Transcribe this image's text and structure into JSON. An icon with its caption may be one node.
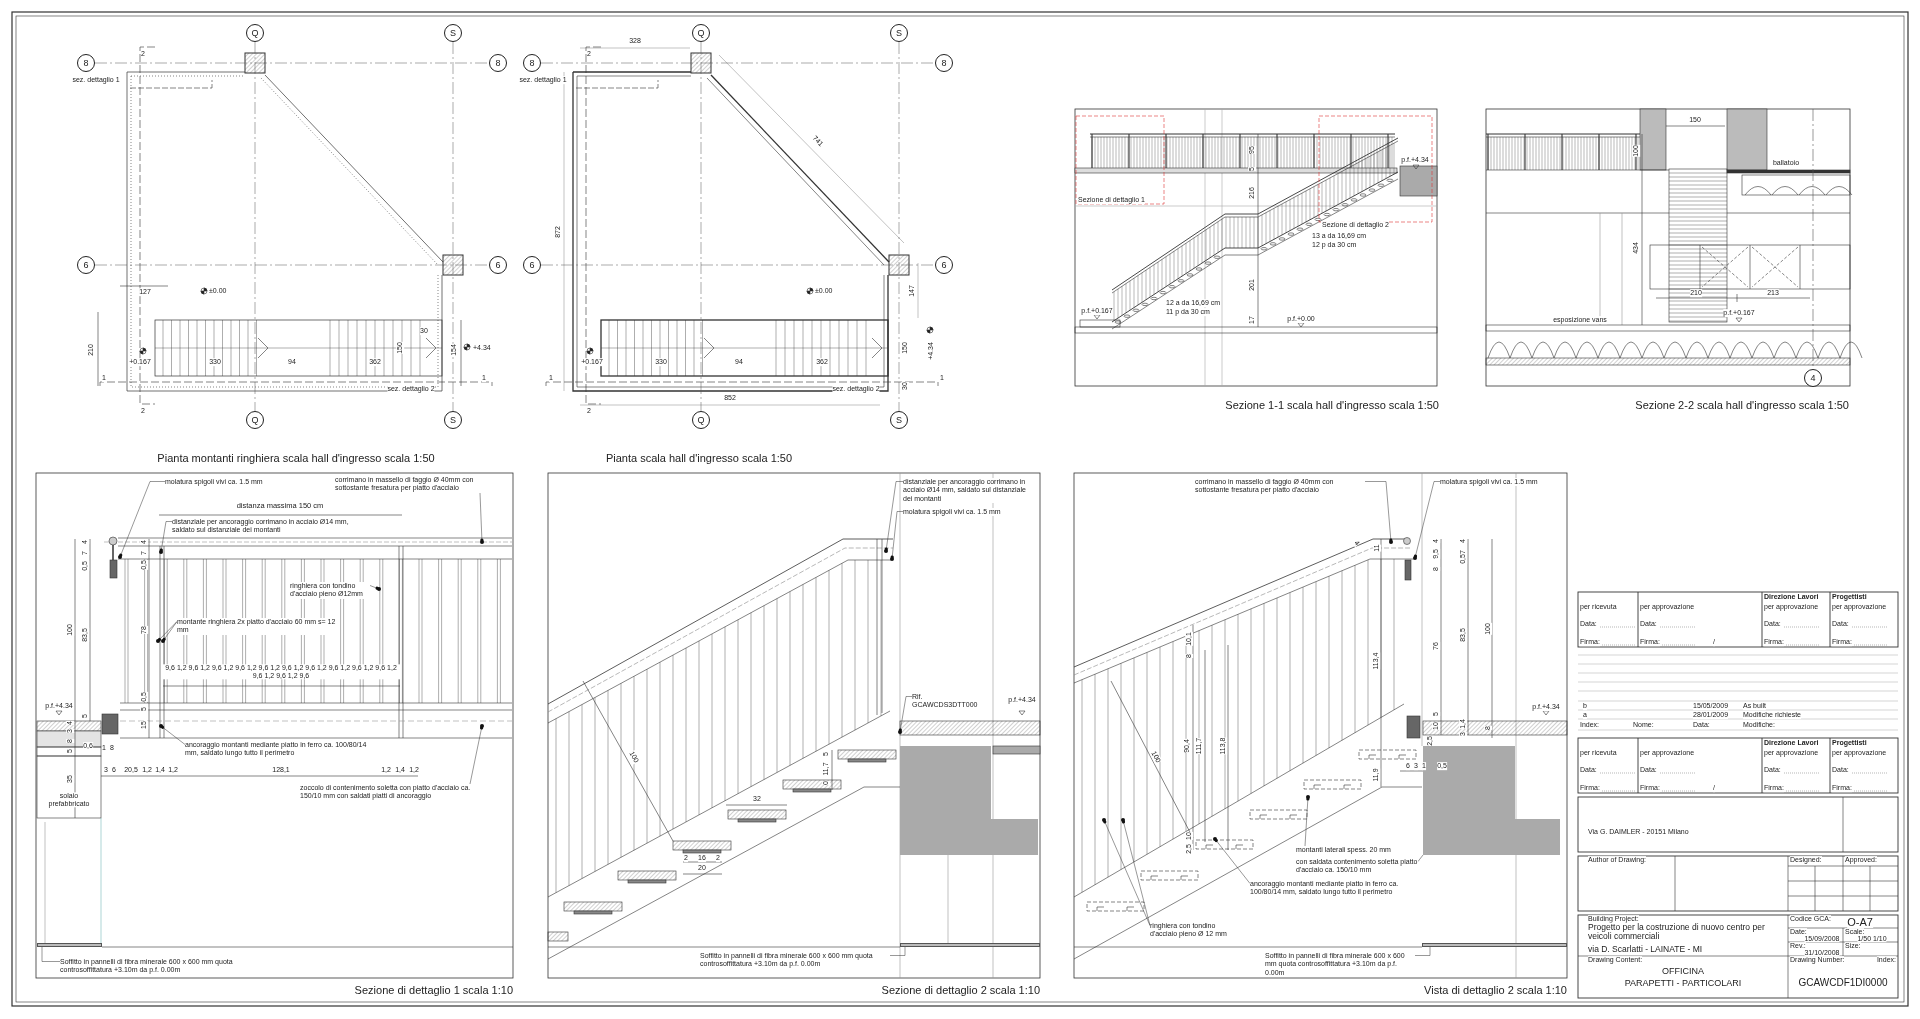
{
  "diagram": {
    "nodes": [
      {
        "text": [
          "molatura spigoli vivi ca. 1.5 mm"
        ]
      },
      {
        "text": [
          "corrimano in massello di faggio Ø 40mm con sottostante fresatura per piatto d'acciaio"
        ]
      },
      {
        "text": [
          "distanziale per ancoraggio corrimano in acciaio Ø14 mm, saldato sul distanziale dei montanti"
        ]
      },
      {
        "text": [
          "ringhiera con tondino d'acciaio pieno Ø12mm"
        ]
      },
      {
        "text": [
          "montante ringhiera 2x piatto d'acciaio 60 mm s= 12 mm"
        ]
      },
      {
        "text": [
          "ancoraggio montanti mediante piatto in ferro ca. 100/80/14 mm, saldato lungo tutto il perimetro"
        ]
      },
      {
        "text": [
          "zoccolo di contenimento soletta con piatto d'acciaio ca. 150/10 mm con saldati piatti di ancoraggio"
        ]
      },
      {
        "text": [
          "Soffitto in pannelli di fibra minerale 600 x 600 mm quota controsoffittatura +3.10m da p.f. 0.00m"
        ]
      },
      {
        "text": [
          "distanziale per ancoraggio corrimano in acciaio Ø14 mm, saldato sul distanziale dei montanti"
        ]
      },
      {
        "text": [
          "molatura spigoli vivi ca. 1.5 mm"
        ]
      },
      {
        "text": [
          "Rif. GCAWCDS3DTT000"
        ]
      },
      {
        "text": [
          "Soffitto in pannelli di fibra minerale 600 x 600 mm quota controsoffittatura +3.10m da p.f. 0.00m"
        ]
      },
      {
        "text": [
          "corrimano in massello di faggio Ø 40mm con sottostante fresatura per piatto d'acciaio"
        ]
      },
      {
        "text": [
          "molatura spigoli vivi ca. 1.5 mm"
        ]
      },
      {
        "text": [
          "montanti laterali spess. 20 mm"
        ]
      },
      {
        "text": [
          "con saldata contenimento soletta piatto d'acciaio ca. 150/10 mm"
        ]
      },
      {
        "text": [
          "ancoraggio montanti mediante piatto in ferro ca. 100/80/14 mm, saldato lungo tutto il perimetro"
        ]
      },
      {
        "text": [
          "ringhiera con tondino d'acciaio pieno Ø 12 mm"
        ]
      },
      {
        "text": [
          "Soffitto in pannelli di fibra minerale 600 x 600 mm quota controsoffittatura +3.10m da p.f. 0.00m"
        ]
      },
      {
        "text": [
          "Q"
        ]
      },
      {
        "text": [
          "S"
        ]
      },
      {
        "text": [
          "8"
        ]
      },
      {
        "text": [
          "8"
        ]
      },
      {
        "text": [
          "6"
        ]
      },
      {
        "text": [
          "6"
        ]
      },
      {
        "text": [
          "Q"
        ]
      },
      {
        "text": [
          "S"
        ]
      },
      {
        "text": [
          "Q"
        ]
      },
      {
        "text": [
          "S"
        ]
      },
      {
        "text": [
          "8"
        ]
      },
      {
        "text": [
          "8"
        ]
      },
      {
        "text": [
          "6"
        ]
      },
      {
        "text": [
          "6"
        ]
      },
      {
        "text": [
          "Q"
        ]
      },
      {
        "text": [
          "S"
        ]
      },
      {
        "text": [
          "4"
        ]
      },
      {
        "text": [],
        "shape": "circle"
      },
      {
        "text": [],
        "shape": "circle"
      },
      {
        "text": [],
        "shape": "circle"
      },
      {
        "text": [],
        "shape": "circle"
      },
      {
        "text": [],
        "shape": "circle"
      },
      {
        "text": [],
        "shape": "circle"
      },
      {
        "text": [],
        "shape": "circle"
      },
      {
        "text": [],
        "shape": "circle"
      },
      {
        "text": [],
        "shape": "circle"
      },
      {
        "text": [],
        "shape": "circle"
      },
      {
        "text": [],
        "shape": "circle"
      },
      {
        "text": [],
        "shape": "circle"
      },
      {
        "text": [],
        "shape": "circle"
      },
      {
        "text": [],
        "shape": "circle"
      },
      {
        "text": [],
        "shape": "circle"
      },
      {
        "text": [],
        "shape": "circle"
      },
      {
        "text": [],
        "shape": "circle"
      },
      {
        "text": [],
        "shape": "bar"
      },
      {
        "text": [],
        "shape": "bar"
      },
      {
        "text": [],
        "shape": "bar"
      },
      {
        "text": [],
        "shape": "box"
      }
    ],
    "edges": [
      {
        "from": 0,
        "to": 36,
        "arrow": "other"
      },
      {
        "from": 1,
        "to": 37,
        "arrow": "other"
      },
      {
        "from": 2,
        "to": 38,
        "arrow": "other"
      },
      {
        "from": 3,
        "to": 39,
        "arrow": "other"
      },
      {
        "from": 4,
        "to": 40,
        "arrow": "other"
      },
      {
        "from": 4,
        "to": 41,
        "arrow": "other"
      },
      {
        "from": 5,
        "to": 42,
        "arrow": "other"
      },
      {
        "from": 6,
        "to": 43,
        "arrow": "other"
      },
      {
        "from": 7,
        "to": 53,
        "arrow": "none"
      },
      {
        "from": 8,
        "to": 44,
        "arrow": "other"
      },
      {
        "from": 9,
        "to": 45,
        "arrow": "other"
      },
      {
        "from": 10,
        "to": 46,
        "arrow": "other"
      },
      {
        "from": 11,
        "to": 54,
        "arrow": "none"
      },
      {
        "from": 12,
        "to": 47,
        "arrow": "other"
      },
      {
        "from": 13,
        "to": 48,
        "arrow": "other"
      },
      {
        "from": 14,
        "to": 49,
        "arrow": "other"
      },
      {
        "from": 15,
        "to": 56,
        "arrow": "none"
      },
      {
        "from": 16,
        "to": 50,
        "arrow": "other"
      },
      {
        "from": 17,
        "to": 51,
        "arrow": "other"
      },
      {
        "from": 17,
        "to": 52,
        "arrow": "other"
      },
      {
        "from": 18,
        "to": 55,
        "arrow": "none"
      },
      {
        "from": 21,
        "to": 22,
        "arrow": "none",
        "style": "dashed"
      },
      {
        "from": 23,
        "to": 24,
        "arrow": "none",
        "style": "dashed"
      },
      {
        "from": 19,
        "to": 25,
        "arrow": "none",
        "style": "dashed"
      },
      {
        "from": 20,
        "to": 26,
        "arrow": "none",
        "style": "dashed"
      },
      {
        "from": 29,
        "to": 30,
        "arrow": "none",
        "style": "dashed"
      },
      {
        "from": 31,
        "to": 32,
        "arrow": "none",
        "style": "dashed"
      },
      {
        "from": 27,
        "to": 33,
        "arrow": "none",
        "style": "dashed"
      },
      {
        "from": 28,
        "to": 34,
        "arrow": "none",
        "style": "dashed"
      }
    ],
    "labels": [
      "2",
      "sez. dettaglio 1",
      "127",
      "±0.00",
      "210",
      "+0.167",
      "330",
      "94",
      "362",
      "30",
      "150",
      "154",
      "+4.34",
      "1",
      "1",
      "sez. dettaglio 2",
      "2",
      "Pianta montanti ringhiera scala hall d'ingresso scala 1:50",
      "328",
      "2",
      "sez. dettaglio 1",
      "741",
      "872",
      "±0.00",
      "147",
      "+0.167",
      "330",
      "94",
      "362",
      "150",
      "+4.34",
      "30",
      "1",
      "1",
      "sez. dettaglio 2",
      "852",
      "2",
      "Pianta scala hall d'ingresso scala 1:50",
      "95",
      "5",
      "216",
      "201",
      "17",
      "p.f.+4.34",
      "13 a da 16,69 cm",
      "12 p da 30 cm",
      "p.f.+0.167",
      "12 a da 16,69 cm",
      "11 p da 30 cm",
      "p.f.+0.00",
      "Sezione di dettaglio 1",
      "Sezione di dettaglio 2",
      "Sezione 1-1 scala hall d'ingresso scala 1:50",
      "150",
      "100",
      "ballatoio",
      "434",
      "210",
      "213",
      "esposizione vans",
      "p.f.+0.167",
      "Sezione 2-2 scala hall d'ingresso scala 1:50",
      "distanza massima 150 cm",
      "9,6 1,2 9,6 1,2 9,6 1,2 9,6 1,2 9,6 1,2 9,6 1,2 9,6 1,2 9,6 1,2 9,6 1,2 9,6 1,2 9,6 1,2 9,6 1,2 9,6",
      "4",
      "7",
      "0,5",
      "100",
      "83,5",
      "4",
      "7",
      "0,5",
      "78",
      "0,5",
      "5",
      "15",
      "5",
      "p.f.+4.34",
      "4",
      "3",
      "8",
      "5",
      "0,6",
      "1",
      "8",
      "3",
      "6",
      "20,5",
      "1,2",
      "1,4",
      "1,2",
      "128,1",
      "1,2",
      "1,4",
      "1,2",
      "35",
      "solaio prefabbricato",
      "Sezione di dettaglio 1 scala 1:10",
      "100",
      "32",
      "5",
      "11,7",
      "0",
      "2",
      "16",
      "2",
      "20",
      "p.f.+4.34",
      "Sezione di dettaglio 2 scala 1:10",
      "4",
      "11",
      "4",
      "9,5",
      "8",
      "4",
      "0,57",
      "76",
      "83,5",
      "100",
      "10,1",
      "8",
      "113,4",
      "90,4",
      "111,7",
      "113,8",
      "p.f.+4.34",
      "5",
      "10",
      "1,4",
      "3",
      "8",
      "2,5",
      "6",
      "3",
      "1",
      "0,5",
      "11,9",
      "10",
      "2,5",
      "100",
      "Vista di dettaglio 2 scala 1:10",
      "Direzione Lavori",
      "Progettisti",
      "per ricevuta",
      "per approvazione",
      "per approvazione",
      "per approvazione",
      "Data:",
      "Data:",
      "Data:",
      "Data:",
      "Firma:",
      "Firma:",
      "/",
      "Firma:",
      "Firma:",
      "b",
      "15/05/2009",
      "As built",
      "a",
      "28/01/2009",
      "Modifiche richieste",
      "Index:",
      "Nome:",
      "Data:",
      "Modifiche:",
      "Direzione Lavori",
      "Progettisti",
      "per ricevuta",
      "per approvazione",
      "per approvazione",
      "per approvazione",
      "Data:",
      "Data:",
      "Data:",
      "Data:",
      "Firma:",
      "Firma:",
      "/",
      "Firma:",
      "Firma:",
      "Via G. DAIMLER - 20151 Milano",
      "Author of Drawing:",
      "Designed:",
      "Approved:",
      "Building Project:",
      "Progetto per la costruzione di nuovo centro per veicoli commerciali",
      "via D. Scarlatti - LAINATE - MI",
      "Codice GCA:",
      "O-A7",
      "Date:",
      "15/09/2008",
      "Scale:",
      "1/50 1/10",
      "Rev.:",
      "31/10/2008",
      "Size:",
      "Drawing Content:",
      "OFFICINA",
      "PARAPETTI - PARTICOLARI",
      "Drawing Number:",
      "Index:",
      "GCAWCDF1DI0000"
    ]
  }
}
